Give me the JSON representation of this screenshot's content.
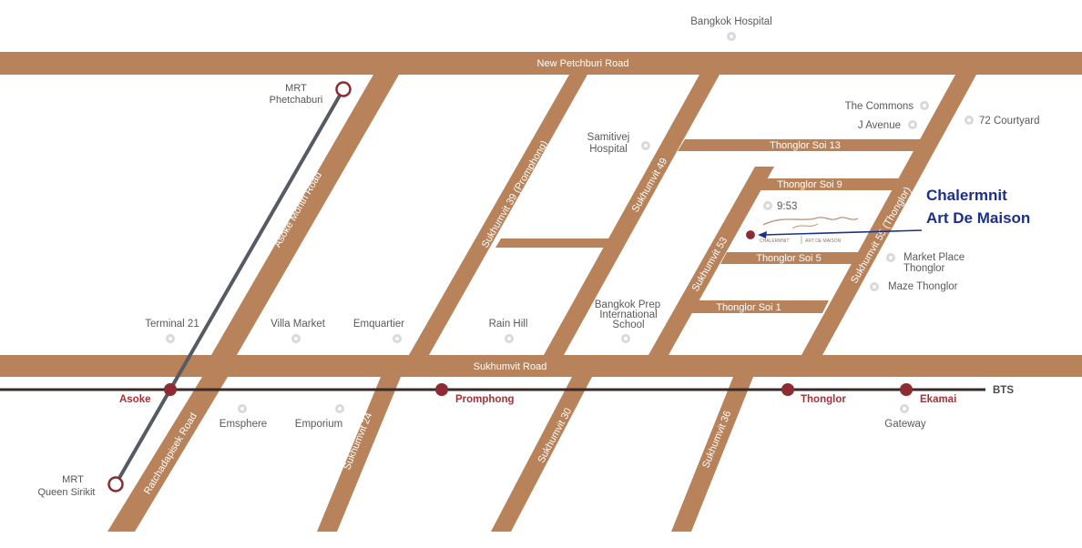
{
  "roads": {
    "new_petchburi": "New Petchburi Road",
    "sukhumvit": "Sukhumvit Road",
    "asoke_montri": "Asoke Montri Road",
    "ratchadapisek": "Ratchadapisek Road",
    "sukhumvit_39": "Sukhumvit 39 (Promphong)",
    "sukhumvit_49": "Sukhumvit 49",
    "sukhumvit_53": "Sukhumvit 53",
    "sukhumvit_55": "Sukhumvit 55 (Thonglor)",
    "sukhumvit_24": "Sukhumvit 24",
    "sukhumvit_30": "Sukhumvit 30",
    "sukhumvit_36": "Sukhumvit 36",
    "thonglor_soi_13": "Thonglor Soi 13",
    "thonglor_soi_9": "Thonglor Soi 9",
    "thonglor_soi_5": "Thonglor Soi 5",
    "thonglor_soi_1": "Thonglor Soi 1"
  },
  "pois": {
    "bangkok_hospital": "Bangkok Hospital",
    "the_commons": "The Commons",
    "j_avenue": "J Avenue",
    "courtyard_72": "72 Courtyard",
    "samitivej_1": "Samitivej",
    "samitivej_2": "Hospital",
    "nine_53": "9:53",
    "market_place_1": "Market Place",
    "market_place_2": "Thonglor",
    "maze_thonglor": "Maze Thonglor",
    "terminal_21": "Terminal 21",
    "villa_market": "Villa Market",
    "emquartier": "Emquartier",
    "rain_hill": "Rain Hill",
    "bangkok_prep_1": "Bangkok Prep",
    "bangkok_prep_2": "International",
    "bangkok_prep_3": "School",
    "emsphere": "Emsphere",
    "emporium": "Emporium",
    "gateway": "Gateway"
  },
  "transit": {
    "line_name": "BTS",
    "stations": {
      "asoke": "Asoke",
      "promphong": "Promphong",
      "thonglor": "Thonglor",
      "ekamai": "Ekamai"
    },
    "mrt_phetchaburi_1": "MRT",
    "mrt_phetchaburi_2": "Phetchaburi",
    "mrt_queen_sirikit_1": "MRT",
    "mrt_queen_sirikit_2": "Queen Sirikit",
    "bts_color": "#3a2a2a",
    "station_color": "#8e2a31",
    "mrt_line_color": "#555a63"
  },
  "destination": {
    "name_line1": "Chalermnit",
    "name_line2": "Art De Maison",
    "logo_text_left": "CHALERMNIT",
    "logo_text_right": "ART DE MAISON",
    "label_color": "#1b2f8f"
  },
  "colors": {
    "road": "#b8835b",
    "background": "#ffffff"
  }
}
